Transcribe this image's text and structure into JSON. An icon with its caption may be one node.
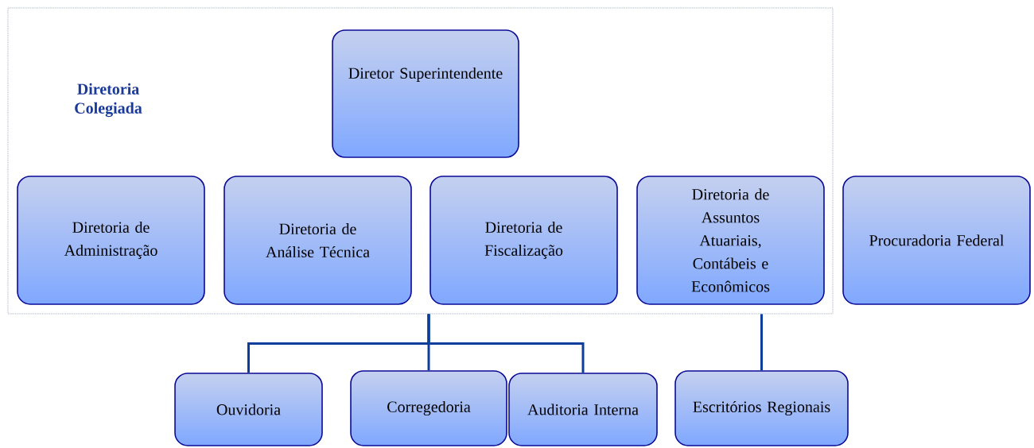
{
  "diagram": {
    "nodes": [
      {
        "text": [
          "Diretoria Colegiada"
        ]
      },
      {
        "text": [
          "Diretor Superintendente"
        ],
        "in": 0
      },
      {
        "text": [
          "Diretoria de Administração"
        ],
        "in": 0
      },
      {
        "text": [
          "Diretoria de Análise Técnica"
        ],
        "in": 0
      },
      {
        "text": [
          "Diretoria de Fiscalização"
        ],
        "in": 0
      },
      {
        "text": [
          "Diretoria de Assuntos Atuariais, Contábeis e Econômicos"
        ],
        "in": 0
      },
      {
        "text": [
          "Procuradoria Federal"
        ]
      },
      {
        "text": [
          "Ouvidoria"
        ]
      },
      {
        "text": [
          "Corregedoria"
        ]
      },
      {
        "text": [
          "Auditoria Interna"
        ]
      },
      {
        "text": [
          "Escritórios Regionais"
        ]
      }
    ],
    "edges": [
      {
        "from": 0,
        "to": 7,
        "arrow": "none"
      },
      {
        "from": 0,
        "to": 8,
        "arrow": "none"
      },
      {
        "from": 0,
        "to": 9,
        "arrow": "none"
      },
      {
        "from": 0,
        "to": 10,
        "arrow": "none"
      }
    ]
  }
}
